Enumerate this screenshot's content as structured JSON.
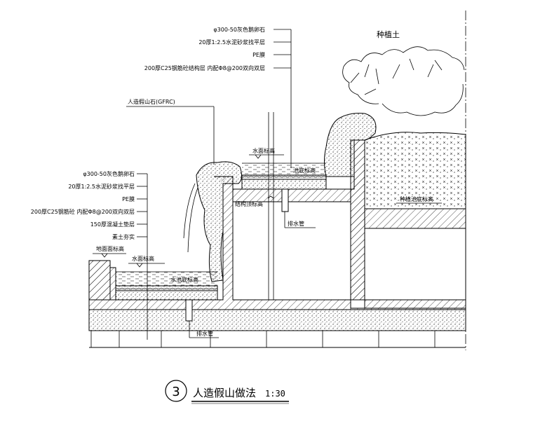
{
  "detail": {
    "number": "3",
    "title": "人造假山做法",
    "scale": "1:30"
  },
  "labels": {
    "top_callout": [
      "φ300-50灰色鹅卵石",
      "20厚1:2.5水泥砂浆找平层",
      "PE膜",
      "200厚C25钢筋砼结构层 内配Φ8@200双向双层"
    ],
    "left_callout": [
      "φ300-50灰色鹅卵石",
      "20厚1:2.5水泥砂浆找平层",
      "PE膜",
      "200厚C25钢筋砼 内配Φ8@200双向双层",
      "150厚混凝土垫层",
      "素土夯实"
    ],
    "rockery": "人造假山石(GFRC)",
    "planting_soil": "种植土",
    "water_level_upper": "水面标高",
    "pool_bottom_upper": "池底标高",
    "structure_level": "结构顶标高",
    "drain_pipe_upper": "排水管",
    "planting_bottom": "种植池底标高",
    "ground_level": "地面面标高",
    "water_level_lower": "水面标高",
    "pool_bottom_lower": "水池底标高",
    "drain_pipe_lower": "排水管"
  },
  "colors": {
    "line": "#000000",
    "background": "#ffffff"
  }
}
